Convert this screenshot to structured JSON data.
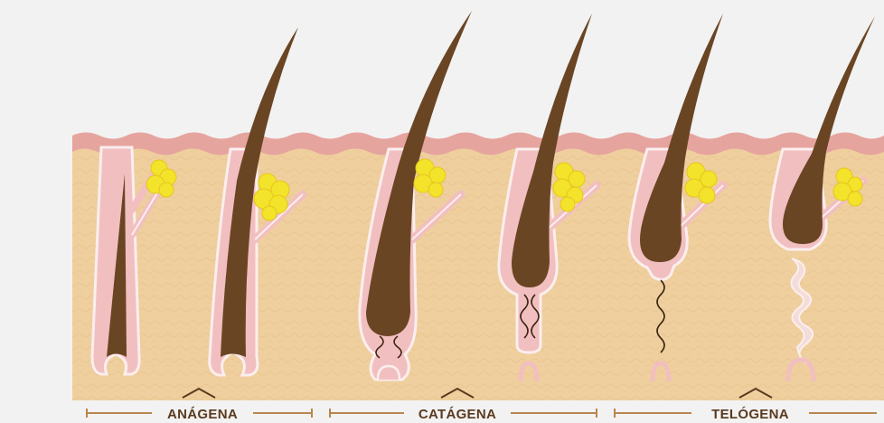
{
  "phases": [
    {
      "label": "ANÁGENA"
    },
    {
      "label": "CATÁGENA"
    },
    {
      "label": "TELÓGENA"
    }
  ],
  "colors": {
    "background": "#f2f2f2",
    "epidermis": "#e6a49e",
    "dermis": "#efcf9e",
    "follicle_sheath": "#f2bfc0",
    "follicle_outline": "#fbeeee",
    "hair_shaft": "#6a4524",
    "sebaceous_gland": "#f3e32a",
    "bracket": "#b8874e",
    "label_text": "#5a3a1e"
  }
}
